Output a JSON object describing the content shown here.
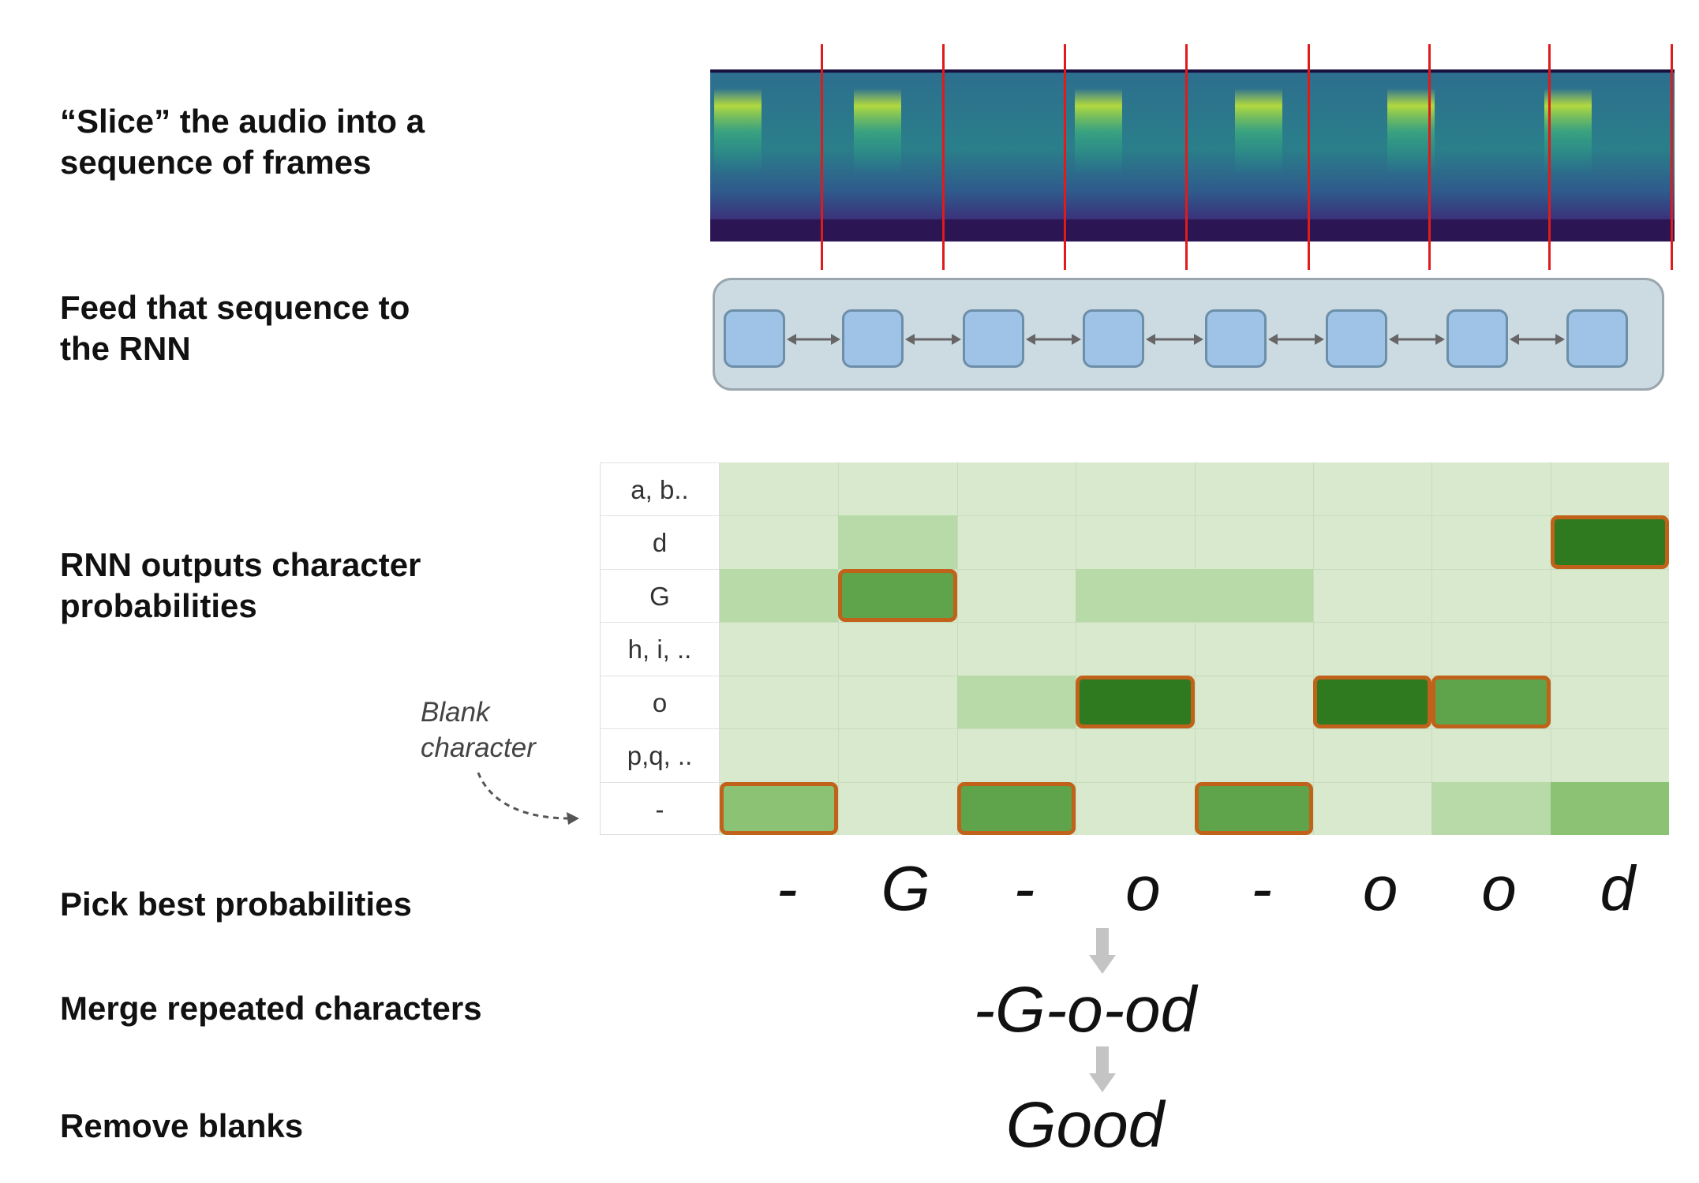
{
  "steps": [
    {
      "text": "“Slice” the audio into a\nsequence of frames"
    },
    {
      "text": "Feed that sequence to\nthe RNN"
    },
    {
      "text": "RNN outputs character\nprobabilities"
    },
    {
      "text": "Pick best probabilities"
    },
    {
      "text": "Merge repeated characters"
    },
    {
      "text": "Remove blanks"
    }
  ],
  "frame_count": 8,
  "grid": {
    "row_labels": [
      "a, b..",
      "d",
      "G",
      "h, i, ..",
      "o",
      "p,q, ..",
      "-"
    ],
    "probabilities": [
      [
        0,
        0,
        0,
        0,
        0,
        0,
        0,
        0
      ],
      [
        0,
        0.3,
        0,
        0,
        0,
        0,
        0,
        1.0
      ],
      [
        0.3,
        0.7,
        0,
        0.3,
        0.3,
        0,
        0,
        0
      ],
      [
        0,
        0,
        0,
        0,
        0,
        0,
        0,
        0
      ],
      [
        0,
        0,
        0.3,
        1.0,
        0,
        1.0,
        0.7,
        0
      ],
      [
        0,
        0,
        0,
        0,
        0,
        0,
        0,
        0
      ],
      [
        0.5,
        0,
        0.7,
        0,
        0.7,
        0,
        0.3,
        0.5
      ]
    ],
    "best_row_per_column": [
      6,
      2,
      6,
      4,
      6,
      4,
      4,
      1
    ]
  },
  "blank_note": "Blank\ncharacter",
  "best_chars": [
    "-",
    "G",
    "-",
    "o",
    "-",
    "o",
    "o",
    "d"
  ],
  "merged": "-G-o-od",
  "final": "Good",
  "colors": {
    "frame_line": "#e11a1a",
    "rnn_cell": "#9ec3e6",
    "grid_background": "#d8e9cd",
    "best_border": "#c0621a"
  }
}
